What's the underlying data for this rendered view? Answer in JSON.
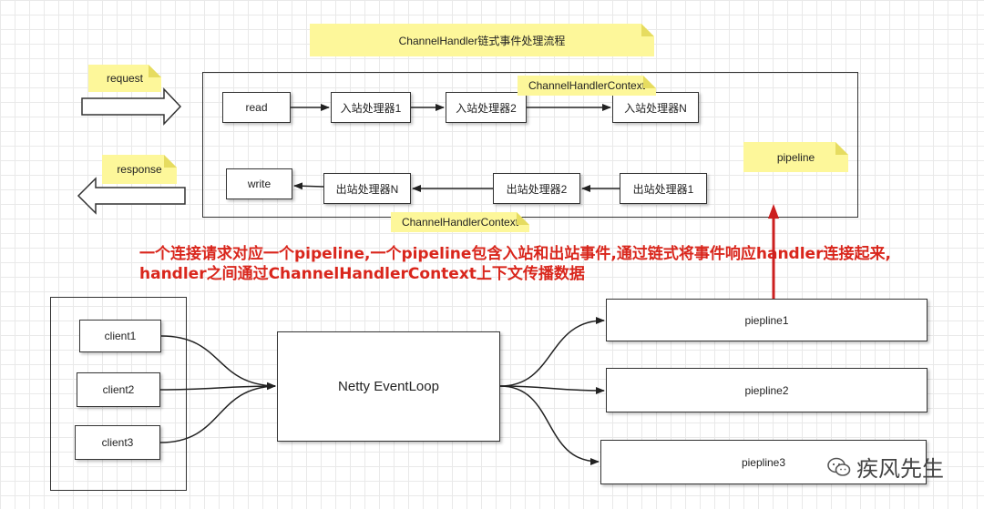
{
  "title": "ChannelHandler链式事件处理流程",
  "labels": {
    "request": "request",
    "response": "response",
    "pipeline": "pipeline",
    "context_top": "ChannelHandlerContext",
    "context_bottom": "ChannelHandlerContext"
  },
  "inbound": {
    "read": "read",
    "handler1": "入站处理器1",
    "handler2": "入站处理器2",
    "handlerN": "入站处理器N"
  },
  "outbound": {
    "write": "write",
    "handlerN": "出站处理器N",
    "handler2": "出站处理器2",
    "handler1": "出站处理器1"
  },
  "annotation": {
    "line1": "一个连接请求对应一个pipeline,一个pipeline包含入站和出站事件,通过链式将事件响应handler连接起来,",
    "line2": "handler之间通过ChannelHandlerContext上下文传播数据"
  },
  "clients": [
    "client1",
    "client2",
    "client3"
  ],
  "eventloop": "Netty EventLoop",
  "pipelines": [
    "piepline1",
    "piepline2",
    "piepline3"
  ],
  "watermark": "疾风先生",
  "colors": {
    "note": "#fdf79a",
    "annotation": "#d9261c",
    "arrow_red": "#cc1f1f"
  }
}
